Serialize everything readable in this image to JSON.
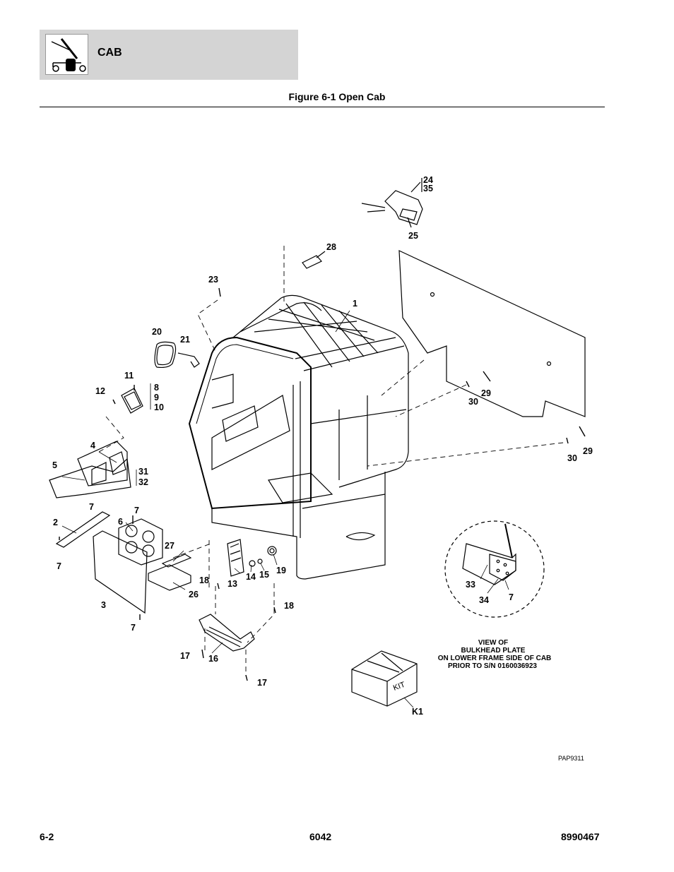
{
  "header": {
    "section": "CAB",
    "icon": "telehandler-icon"
  },
  "figure": {
    "title": "Figure 6-1 Open Cab"
  },
  "callouts": [
    "1",
    "2",
    "3",
    "4",
    "5",
    "6",
    "7",
    "7",
    "7",
    "7",
    "7",
    "7",
    "8",
    "9",
    "10",
    "11",
    "12",
    "13",
    "14",
    "15",
    "16",
    "17",
    "17",
    "18",
    "18",
    "19",
    "20",
    "21",
    "23",
    "24",
    "35",
    "25",
    "26",
    "27",
    "28",
    "29",
    "30",
    "29",
    "30",
    "31",
    "32",
    "33",
    "34",
    "K1"
  ],
  "inset": {
    "note_lines": [
      "VIEW OF",
      "BULKHEAD PLATE",
      "ON LOWER FRAME SIDE OF CAB",
      "PRIOR TO S/N 0160036923"
    ]
  },
  "kit_label": "KIT",
  "drawing_id": "PAP9311",
  "footer": {
    "left": "6-2",
    "center": "6042",
    "right": "8990467"
  }
}
